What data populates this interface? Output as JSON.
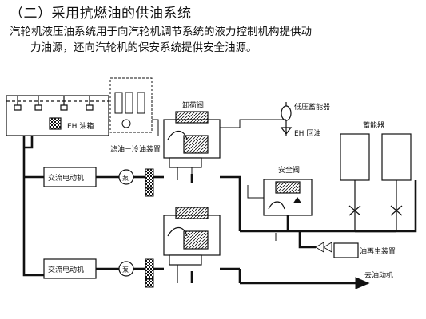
{
  "header": {
    "title": "（二）采用抗燃油的供油系统",
    "intro_line1": "汽轮机液压油系统用于向汽轮机调节系统的液力控制机构提供动",
    "intro_line2": "力油源，还向汽轮机的保安系统提供安全油源。"
  },
  "diagram": {
    "labels": {
      "tank": "EH 油箱",
      "filter_cooler": "滤油－冷油装置",
      "unloading_valve": "卸荷阀",
      "low_pressure_accumulator": "低压蓄能器",
      "eh_return": "EH 回油",
      "accumulator": "蓄能器",
      "safety_valve": "安全阀",
      "ac_motor_top": "交流电动机",
      "ac_motor_bottom": "交流电动机",
      "pump_top": "泵",
      "pump_bottom": "泵",
      "regenerator": "油再生装置",
      "to_actuator": "去油动机"
    },
    "colors": {
      "line": "#111111",
      "fill_hatch": "#333333",
      "background": "#ffffff"
    }
  }
}
